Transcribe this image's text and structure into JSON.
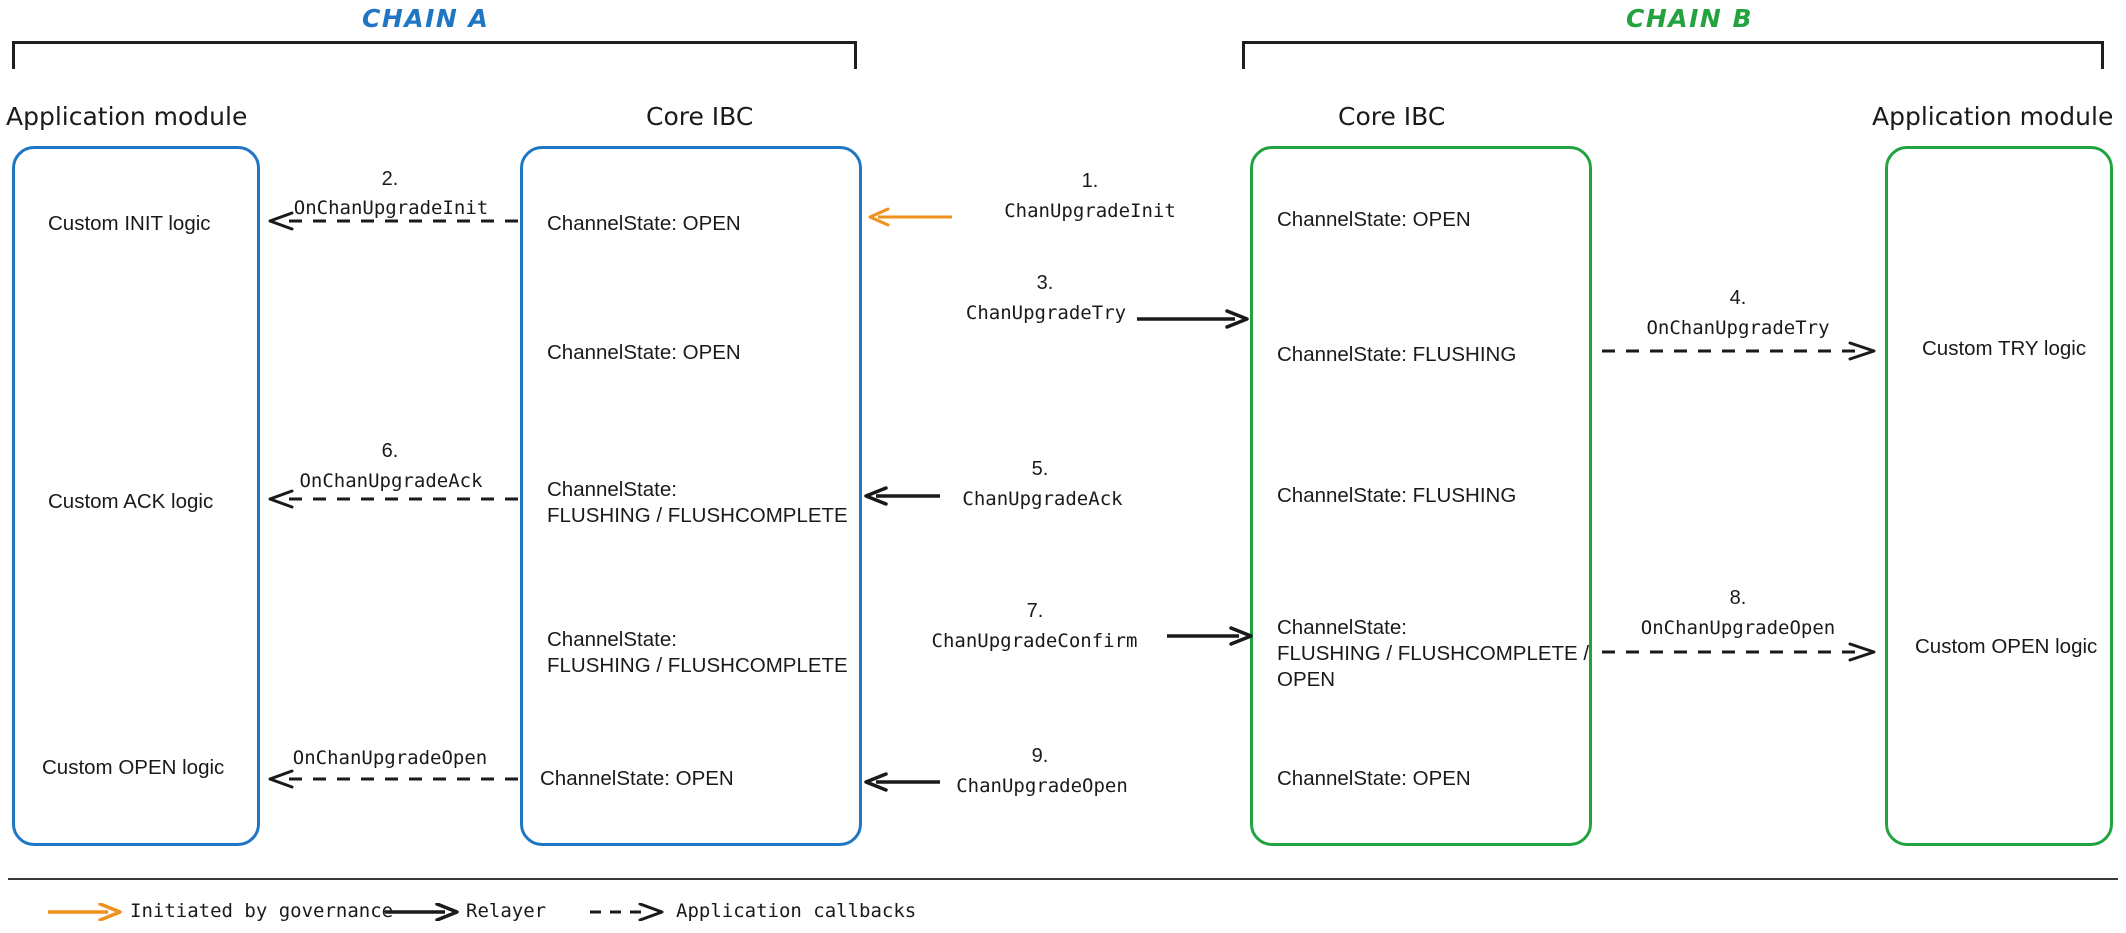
{
  "diagram": {
    "title_chain_a": "CHAIN A",
    "title_chain_b": "CHAIN B",
    "colors": {
      "chain_a": "#1f77c4",
      "chain_b": "#22a33f",
      "governance_arrow": "#f0911e",
      "relayer_arrow": "#1a1a1a",
      "callback_arrow": "#1a1a1a"
    }
  },
  "columns": {
    "app_a": "Application module",
    "core_a": "Core IBC",
    "core_b": "Core IBC",
    "app_b": "Application module"
  },
  "app_a_steps": [
    {
      "label": "Custom INIT logic"
    },
    {
      "label": "Custom ACK logic"
    },
    {
      "label": "Custom OPEN logic"
    }
  ],
  "core_a_states": [
    {
      "text": "ChannelState: OPEN"
    },
    {
      "text": "ChannelState: OPEN"
    },
    {
      "text": "ChannelState:\nFLUSHING / FLUSHCOMPLETE"
    },
    {
      "text": "ChannelState:\nFLUSHING / FLUSHCOMPLETE"
    },
    {
      "text": "ChannelState: OPEN"
    }
  ],
  "core_b_states": [
    {
      "text": "ChannelState: OPEN"
    },
    {
      "text": "ChannelState: FLUSHING"
    },
    {
      "text": "ChannelState: FLUSHING"
    },
    {
      "text": "ChannelState:\nFLUSHING / FLUSHCOMPLETE /\nOPEN"
    },
    {
      "text": "ChannelState: OPEN"
    }
  ],
  "app_b_steps": [
    {
      "label": "Custom TRY logic"
    },
    {
      "label": "Custom OPEN logic"
    }
  ],
  "messages": {
    "step1": {
      "number": "1.",
      "label": "ChanUpgradeInit",
      "kind": "governance",
      "direction": "left"
    },
    "step2": {
      "number": "2.",
      "label": "OnChanUpgradeInit",
      "kind": "callback",
      "direction": "left"
    },
    "step3": {
      "number": "3.",
      "label": "ChanUpgradeTry",
      "kind": "relayer",
      "direction": "right"
    },
    "step4": {
      "number": "4.",
      "label": "OnChanUpgradeTry",
      "kind": "callback",
      "direction": "right"
    },
    "step5": {
      "number": "5.",
      "label": "ChanUpgradeAck",
      "kind": "relayer",
      "direction": "left"
    },
    "step6": {
      "number": "6.",
      "label": "OnChanUpgradeAck",
      "kind": "callback",
      "direction": "left"
    },
    "step7": {
      "number": "7.",
      "label": "ChanUpgradeConfirm",
      "kind": "relayer",
      "direction": "right"
    },
    "step8": {
      "number": "8.",
      "label": "OnChanUpgradeOpen",
      "kind": "callback",
      "direction": "right"
    },
    "step9": {
      "number": "9.",
      "label": "ChanUpgradeOpen",
      "kind": "relayer",
      "direction": "left"
    },
    "step10": {
      "number": "",
      "label": "OnChanUpgradeOpen",
      "kind": "callback",
      "direction": "left"
    }
  },
  "legend": {
    "governance": "Initiated by governance",
    "relayer": "Relayer",
    "callbacks": "Application callbacks"
  }
}
